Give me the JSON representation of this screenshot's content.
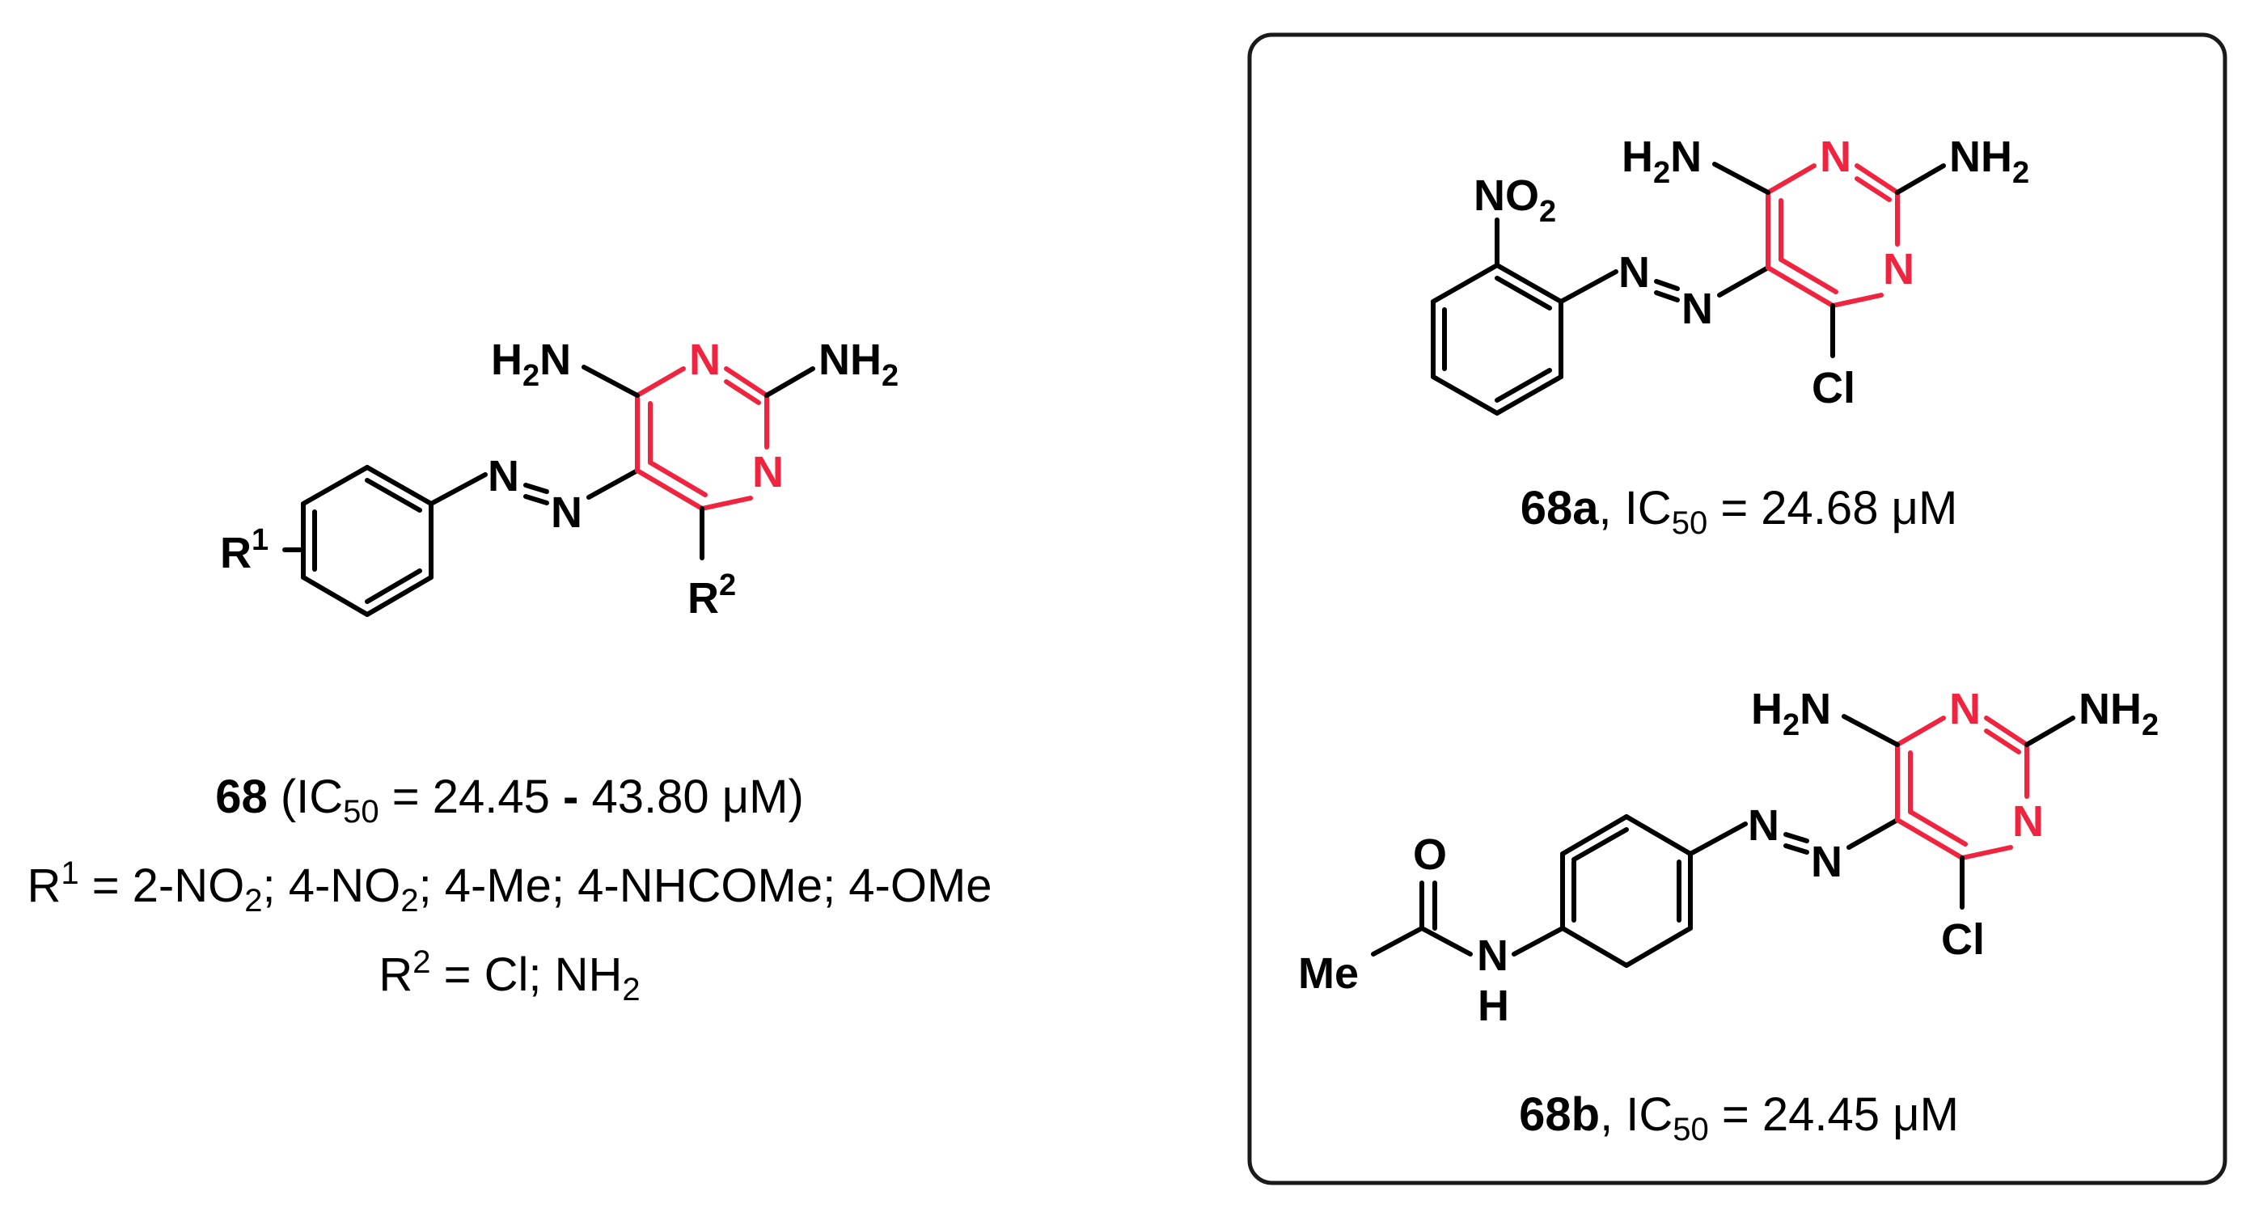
{
  "colors": {
    "ring": "#f0243f",
    "bond": "#000000",
    "text": "#000000",
    "box": "#1a1a1a"
  },
  "general": {
    "atoms": {
      "h2n": "H",
      "h2n_sub": "2",
      "h2n_n": "N",
      "n_top": "N",
      "nh2": "NH",
      "nh2_sub": "2",
      "n_right": "N",
      "azo_n1": "N",
      "azo_n2": "N",
      "r2": "R",
      "r2_sup": "2",
      "r1": "R",
      "r1_sup": "1"
    },
    "caption": {
      "number": "68",
      "range_prefix": "(IC",
      "range_sub": "50",
      "range_mid": " = 24.45 ",
      "range_dash": "-",
      "range_end": " 43.80 μM)",
      "r1_label": "R",
      "r1_sup": "1",
      "r1_text_a": " = 2-NO",
      "r1_sub_a": "2",
      "r1_text_b": "; 4-NO",
      "r1_sub_b": "2",
      "r1_text_c": "; 4-Me; 4-NHCOMe; 4-OMe",
      "r2_label": "R",
      "r2_sup": "2",
      "r2_text": " = Cl; NH",
      "r2_sub": "2"
    }
  },
  "compound_a": {
    "atoms": {
      "no2": "NO",
      "no2_sub": "2",
      "h2n": "H",
      "h2n_sub": "2",
      "h2n_n": "N",
      "n_top": "N",
      "nh2": "NH",
      "nh2_sub": "2",
      "n_right": "N",
      "azo_n1": "N",
      "azo_n2": "N",
      "cl": "Cl"
    },
    "label": "68a",
    "ic_prefix": ", IC",
    "ic_sub": "50",
    "ic_value": " = 24.68 μM"
  },
  "compound_b": {
    "atoms": {
      "h2n": "H",
      "h2n_sub": "2",
      "h2n_n": "N",
      "n_top": "N",
      "nh2": "NH",
      "nh2_sub": "2",
      "n_right": "N",
      "azo_n1": "N",
      "azo_n2": "N",
      "cl": "Cl",
      "o": "O",
      "nh_n": "N",
      "nh_h": "H",
      "me": "Me"
    },
    "label": "68b",
    "ic_prefix": ", IC",
    "ic_sub": "50",
    "ic_value": " = 24.45 μM"
  }
}
